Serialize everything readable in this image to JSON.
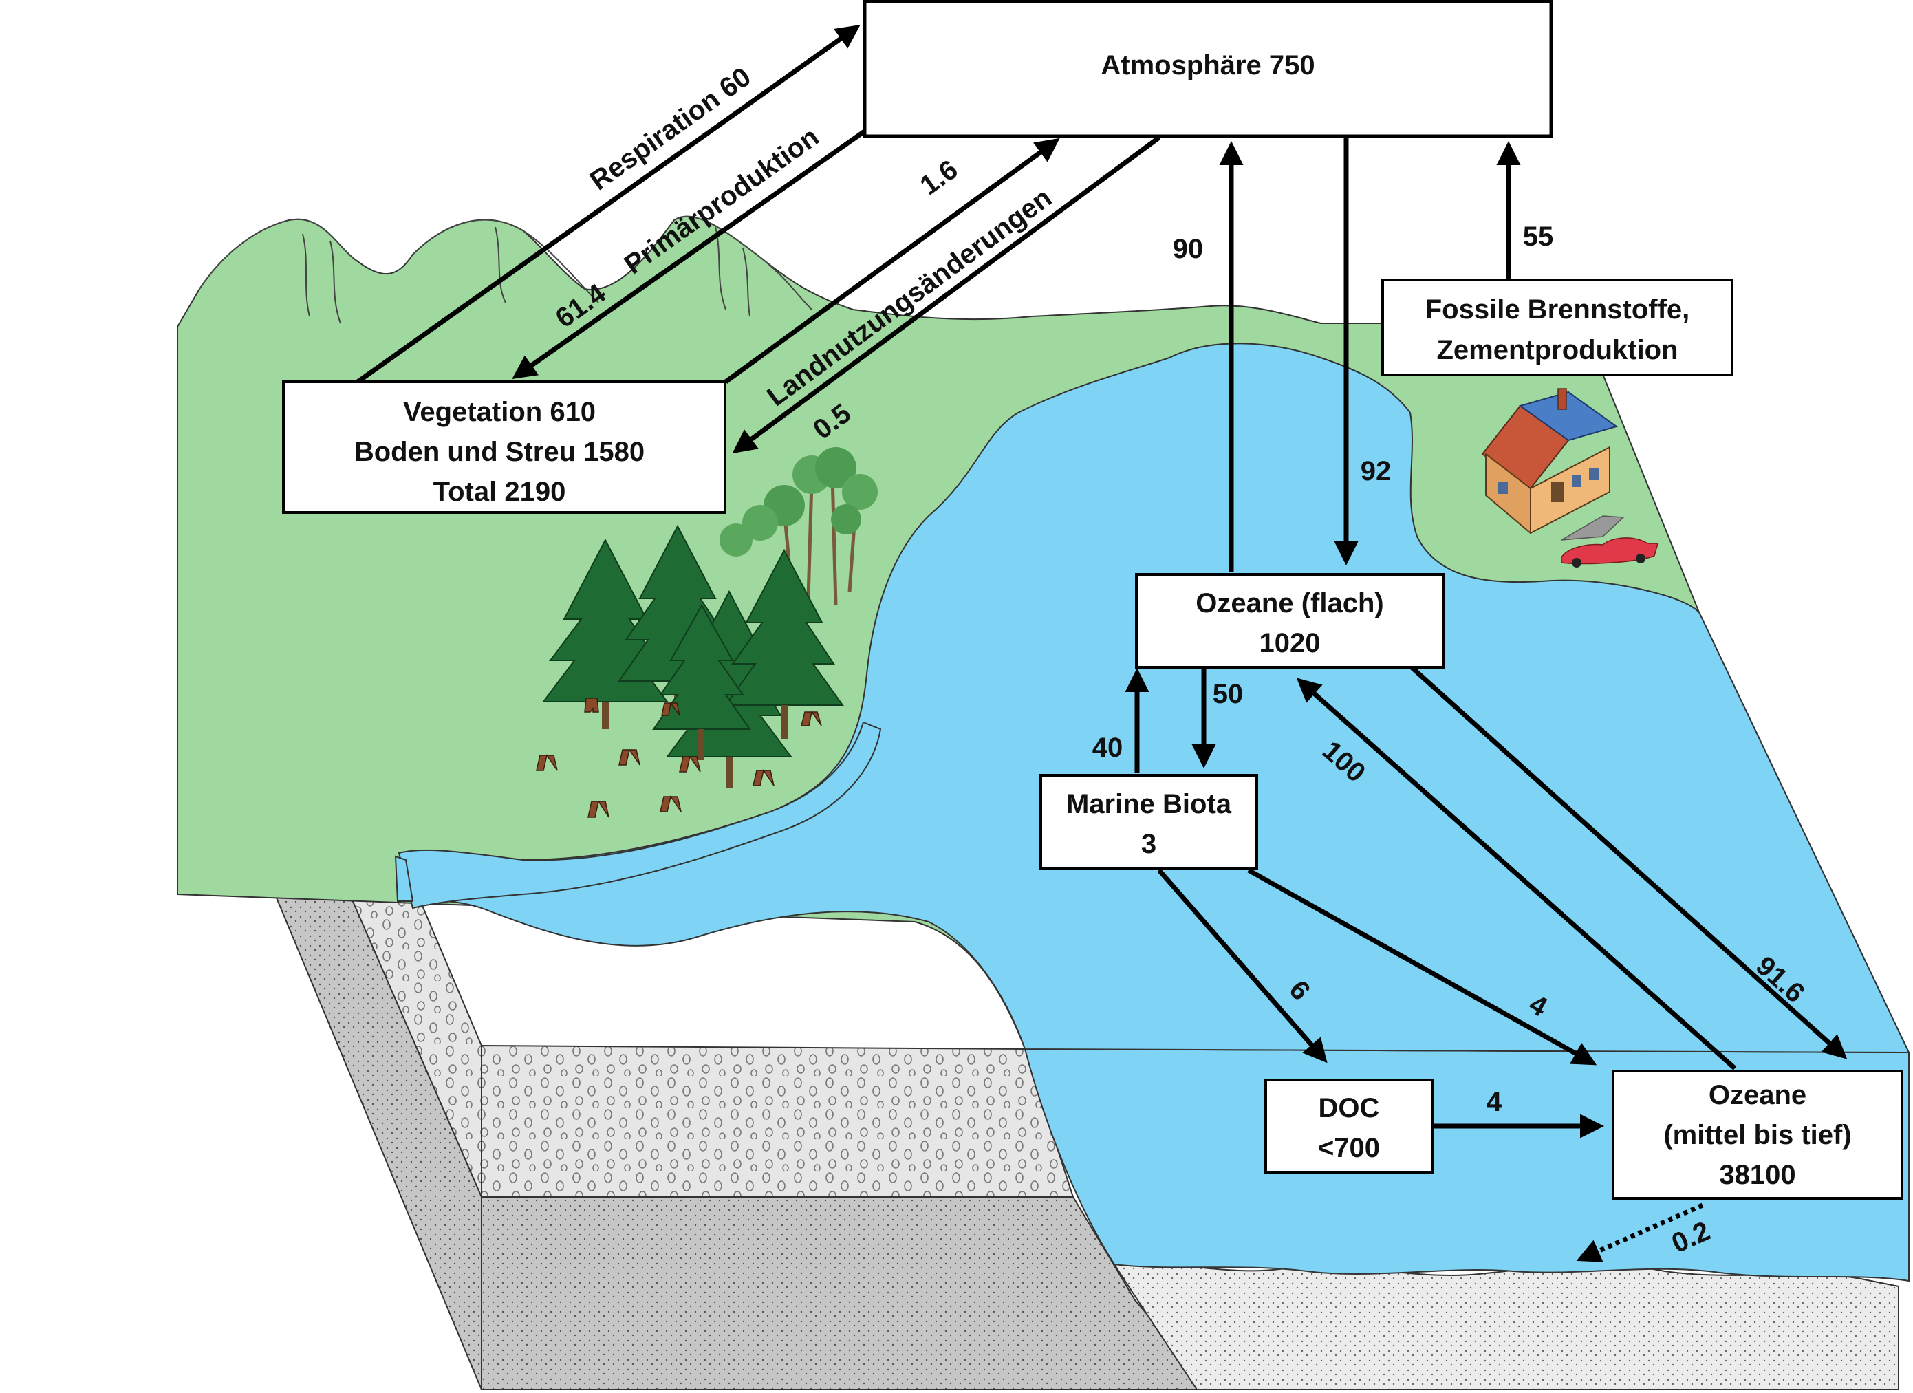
{
  "boxes": {
    "atmosphere": {
      "line1": "Atmosphäre  750"
    },
    "land": {
      "line1": "Vegetation   610",
      "line2": "Boden und Streu  1580",
      "line3": "Total 2190"
    },
    "fossil": {
      "line1": "Fossile Brennstoffe,",
      "line2": "Zementproduktion"
    },
    "ocean_surface": {
      "line1": "Ozeane (flach)",
      "line2": "1020"
    },
    "marine_biota": {
      "line1": "Marine Biota",
      "line2": "3"
    },
    "doc": {
      "line1": "DOC",
      "line2": "<700"
    },
    "ocean_deep": {
      "line1": "Ozeane",
      "line2": "(mittel bis tief)",
      "line3": "38100"
    }
  },
  "flows": {
    "respiration": "Respiration  60",
    "primary_production": "Primärproduktion",
    "primary_production_value": "61.4",
    "land_use_change": "Landnutzungsänderungen",
    "land_use_up": "1.6",
    "land_use_down": "0.5",
    "ocean_to_atm": "90",
    "atm_to_ocean": "92",
    "fossil_emissions": "55",
    "surface_to_biota": "50",
    "biota_to_surface": "40",
    "deep_to_surface": "100",
    "surface_to_deep": "91.6",
    "biota_to_doc": "6",
    "biota_to_deep": "4",
    "doc_to_deep": "4",
    "sediment": "0.2"
  },
  "colors": {
    "land": "#a0d9a0",
    "water": "#7fd3f5",
    "rock": "#e3e3e3",
    "sediment_dark": "#c8c8c8",
    "tree": "#1f6b34",
    "arrow": "#000000"
  }
}
